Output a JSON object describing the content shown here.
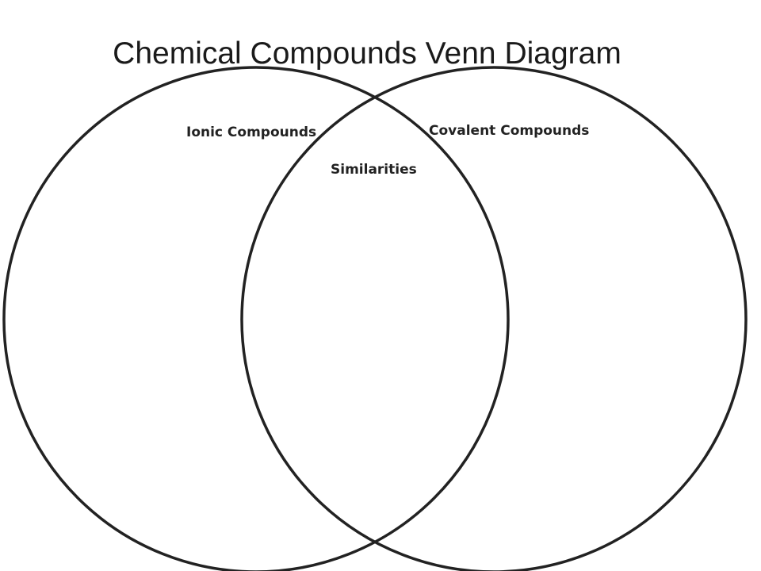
{
  "title": "Chemical Compounds Venn Diagram",
  "sets": {
    "left": {
      "label": "Ionic Compounds"
    },
    "right": {
      "label": "Covalent Compounds"
    },
    "overlap": {
      "label": "Similarities"
    }
  },
  "colors": {
    "outline": "#222222",
    "text": "#1a1a1a",
    "background": "#ffffff"
  }
}
